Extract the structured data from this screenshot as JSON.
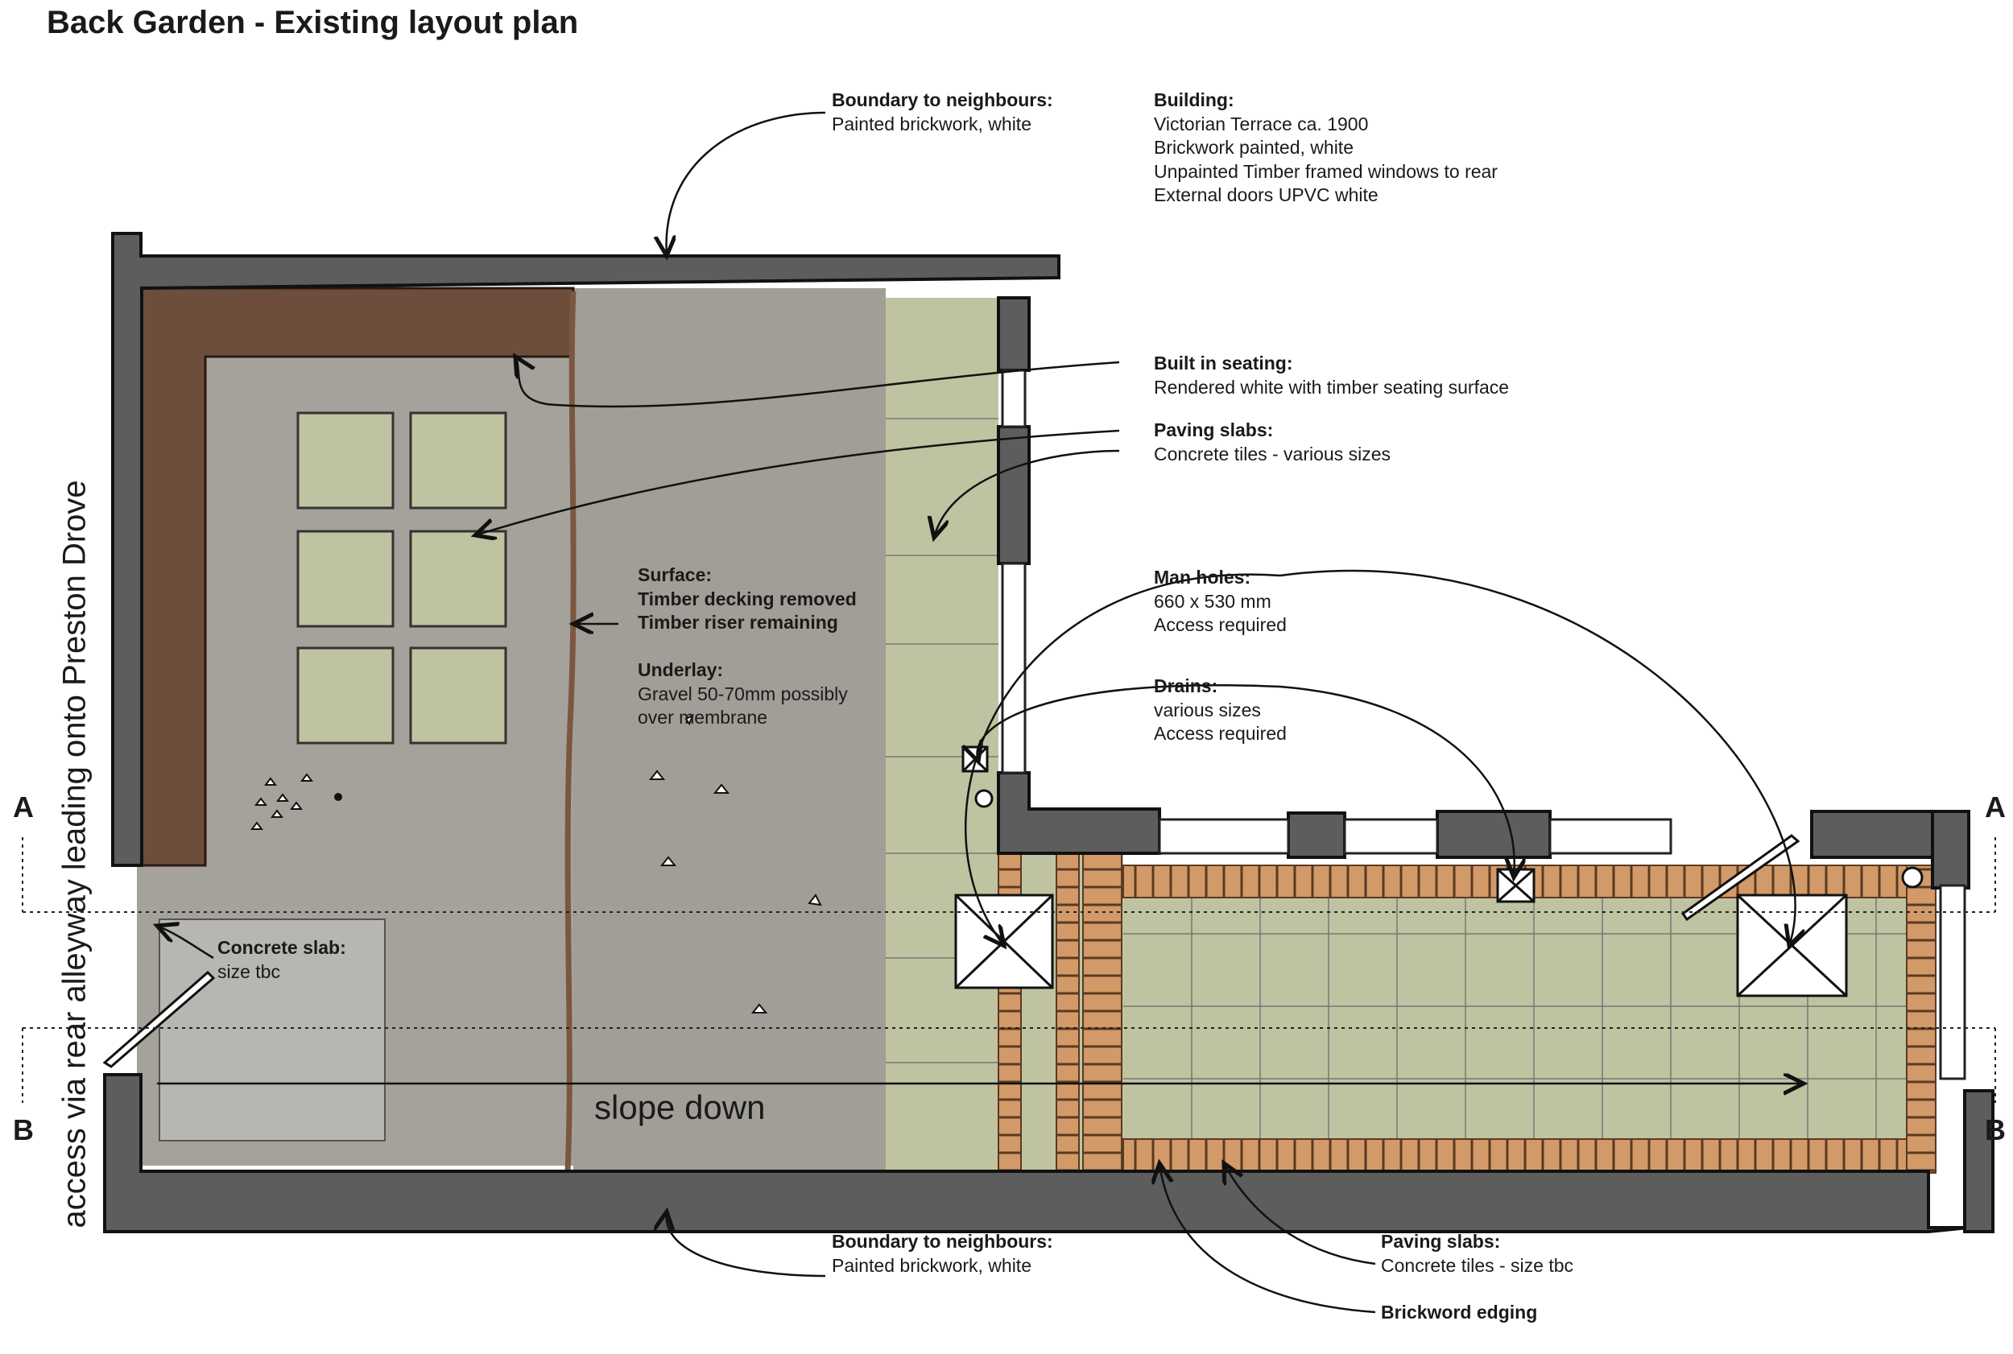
{
  "title": "Back Garden - Existing layout plan",
  "side_label": "access via rear alleyway leading onto Preston Drove",
  "slope_label": "slope down",
  "section_markers": {
    "a": "A",
    "b": "B"
  },
  "notes": {
    "boundary_top": {
      "heading": "Boundary to neighbours:",
      "lines": [
        "Painted brickwork, white"
      ]
    },
    "building": {
      "heading": "Building:",
      "lines": [
        "Victorian Terrace ca. 1900",
        "Brickwork painted, white",
        "Unpainted Timber framed windows to rear",
        "External doors UPVC white"
      ]
    },
    "seating": {
      "heading": "Built in seating:",
      "lines": [
        "Rendered white with timber seating surface"
      ]
    },
    "paving_top": {
      "heading": "Paving slabs:",
      "lines": [
        "Concrete tiles - various sizes"
      ]
    },
    "surface": {
      "heading": "Surface:",
      "bold_lines": [
        "Timber decking removed",
        "Timber riser remaining"
      ]
    },
    "underlay": {
      "heading": "Underlay:",
      "lines": [
        "Gravel 50-70mm possibly",
        "over membrane"
      ]
    },
    "manholes": {
      "heading": "Man holes:",
      "lines": [
        "660 x 530 mm",
        "Access required"
      ]
    },
    "drains": {
      "heading": "Drains:",
      "lines": [
        "various sizes",
        "Access required"
      ]
    },
    "concrete_slab": {
      "heading": "Concrete slab:",
      "lines": [
        "size tbc"
      ]
    },
    "boundary_bottom": {
      "heading": "Boundary to neighbours:",
      "lines": [
        "Painted brickwork, white"
      ]
    },
    "paving_bottom": {
      "heading": "Paving slabs:",
      "lines": [
        "Concrete tiles - size tbc"
      ]
    },
    "brick_edging": {
      "heading": "Brickword edging"
    }
  },
  "colors": {
    "wall": "#5d5d5d",
    "deck_area": "#a4a29b",
    "gravel_area": "#a09e96",
    "paving": "#c0c3a1",
    "timber_seating": "#6d4e3c",
    "brick": "#d29a68",
    "concrete_slab": "#b7b6b1",
    "riser": "#7b573f"
  }
}
